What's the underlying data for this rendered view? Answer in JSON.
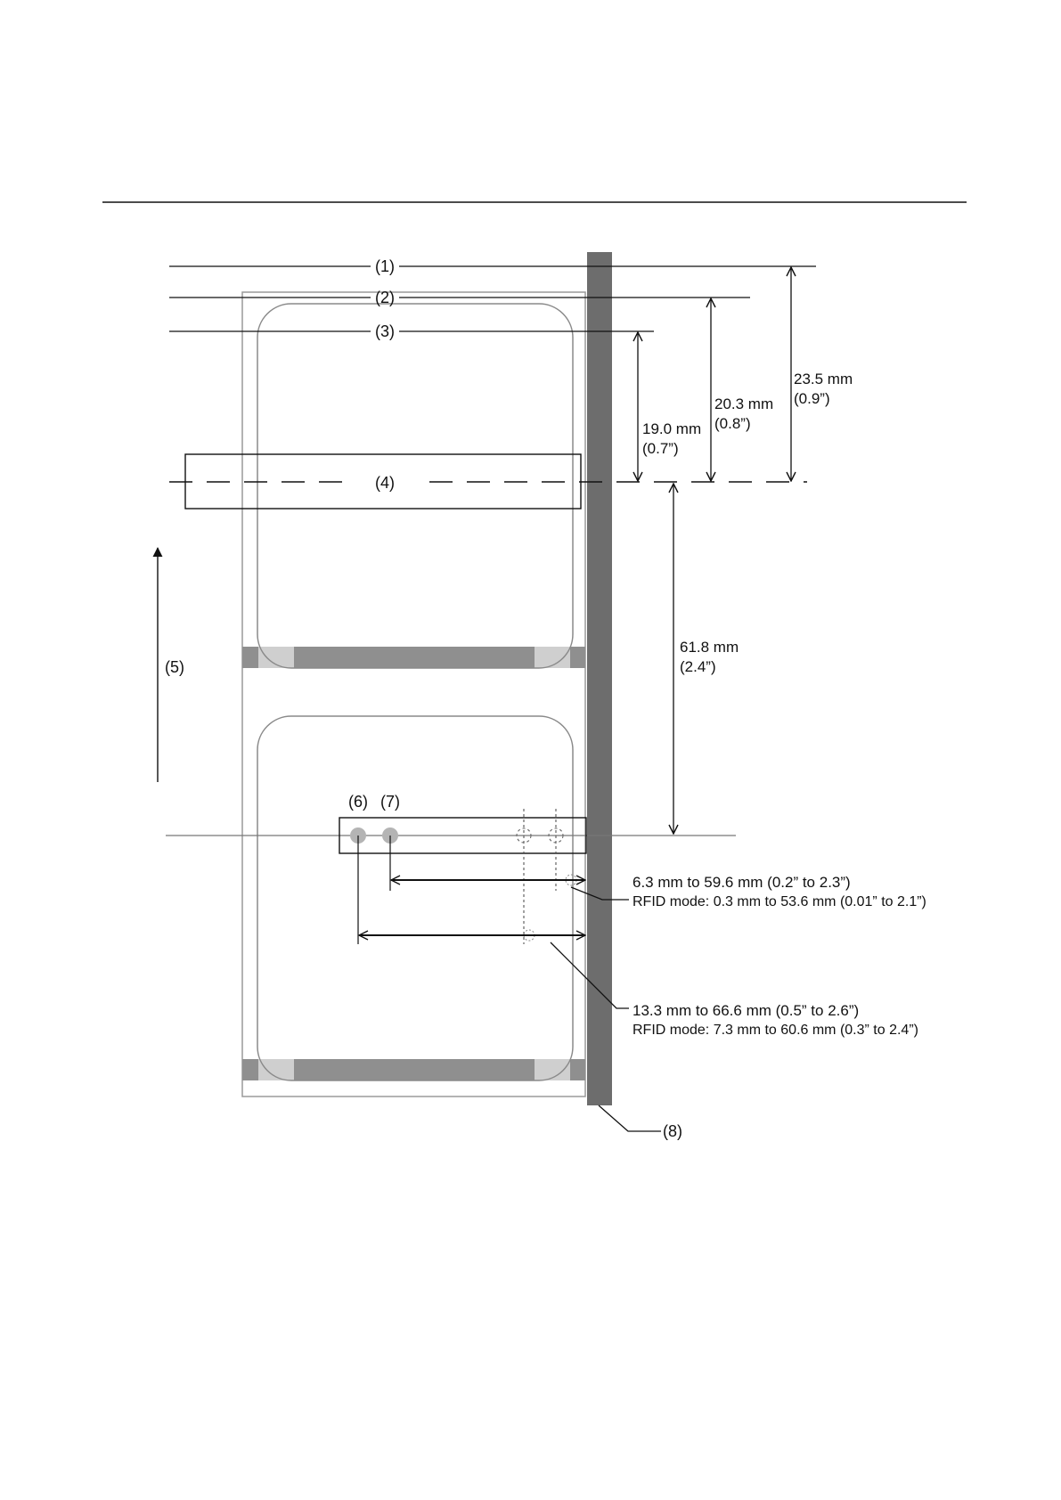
{
  "callouts": {
    "c1": "(1)",
    "c2": "(2)",
    "c3": "(3)",
    "c4": "(4)",
    "c5": "(5)",
    "c6": "(6)",
    "c7": "(7)",
    "c8": "(8)"
  },
  "dimensions": {
    "d19_mm": "19.0 mm",
    "d19_in": "(0.7”)",
    "d20_mm": "20.3 mm",
    "d20_in": "(0.8”)",
    "d23_mm": "23.5 mm",
    "d23_in": "(0.9”)",
    "d61_mm": "61.8 mm",
    "d61_in": "(2.4”)",
    "range_a": "6.3 mm to 59.6 mm (0.2” to 2.3”)",
    "range_a_rfid": "RFID mode: 0.3 mm to 53.6 mm (0.01” to 2.1”)",
    "range_b": "13.3 mm to 66.6 mm (0.5” to 2.6”)",
    "range_b_rfid": "RFID mode: 7.3 mm to 60.6 mm (0.3” to 2.4”)"
  },
  "colors": {
    "line": "#111111",
    "guide_plate": "#6d6d6d",
    "label_outline": "#8a8a8a",
    "gap_dark": "#8f8f8f",
    "gap_light": "#cfcfcf",
    "sensor_dot": "#b4b4b4"
  }
}
